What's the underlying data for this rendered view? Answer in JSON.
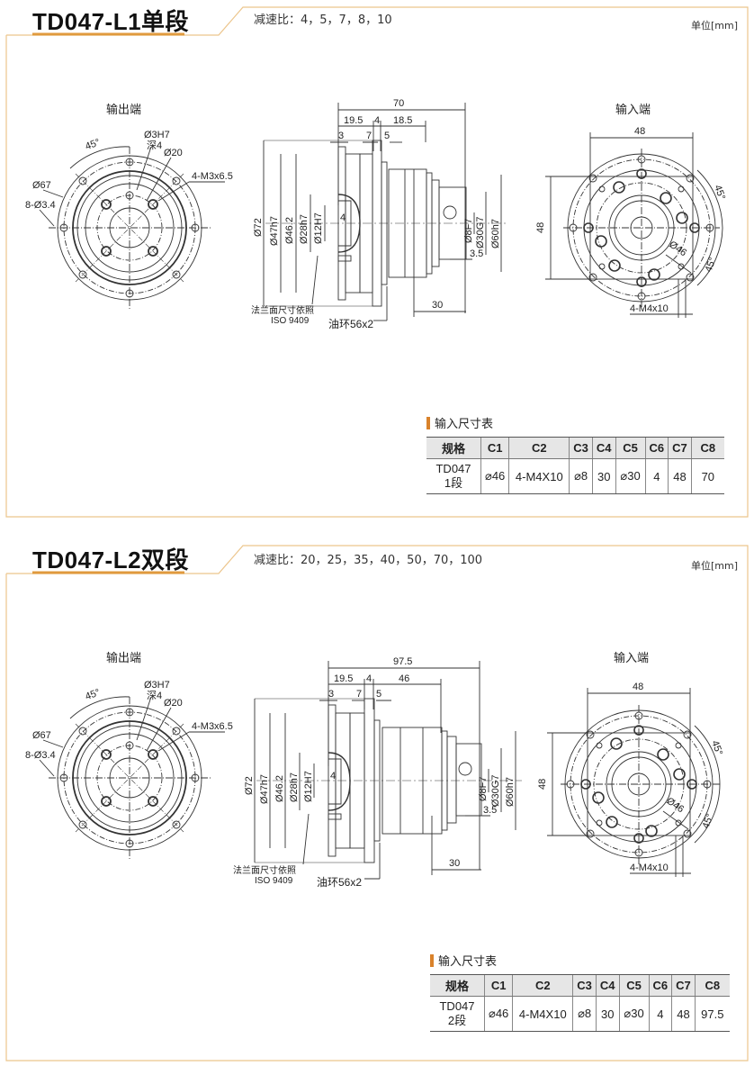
{
  "colors": {
    "accent_orange": "#e09a3e",
    "frame_border": "#ecc58c",
    "table_header_bg": "#e6e6e6",
    "line": "#333333"
  },
  "sections": [
    {
      "title": "TD047-L1单段",
      "reduction_ratio": "减速比：4，5，7，8，10",
      "unit": "单位[mm]",
      "output_view": {
        "label": "输出端",
        "dims": {
          "angle": "45°",
          "pin_hole": "Ø3H7",
          "pin_depth": "深4",
          "pcd": "Ø20",
          "tap": "4-M3x6.5",
          "bolt_circle": "Ø67",
          "holes": "8-Ø3.4"
        }
      },
      "side_view": {
        "overall_length": "70",
        "seg_a": "19.5",
        "seg_b": "4",
        "seg_c": "18.5",
        "sub_a": "3",
        "sub_b": "7",
        "sub_c": "5",
        "d_outer": "Ø72",
        "d_pilot": "Ø47h7",
        "d_46": "Ø46.2",
        "d_28": "Ø28h7",
        "d_12": "Ø12H7",
        "key": "4",
        "d_8": "Ø8F7",
        "d_30": "Ø30G7",
        "d_60": "Ø60h7",
        "depth": "3.5",
        "flange_len": "30",
        "note_flange": "法兰面尺寸依照",
        "note_iso": "ISO 9409",
        "oring": "油环56x2"
      },
      "input_view": {
        "label": "输入端",
        "dims": {
          "width": "48",
          "height": "48",
          "angle1": "45°",
          "angle2": "45°",
          "pcd": "Ø46",
          "tap": "4-M4x10"
        }
      },
      "table": {
        "title": "输入尺寸表",
        "headers": [
          "规格",
          "C1",
          "C2",
          "C3",
          "C4",
          "C5",
          "C6",
          "C7",
          "C8"
        ],
        "row": {
          "spec_line1": "TD047",
          "spec_line2": "1段",
          "C1": "⌀46",
          "C2": "4-M4X10",
          "C3": "⌀8",
          "C4": "30",
          "C5": "⌀30",
          "C6": "4",
          "C7": "48",
          "C8": "70"
        }
      }
    },
    {
      "title": "TD047-L2双段",
      "reduction_ratio": "减速比：20，25，35，40，50，70，100",
      "unit": "单位[mm]",
      "output_view": {
        "label": "输出端",
        "dims": {
          "angle": "45°",
          "pin_hole": "Ø3H7",
          "pin_depth": "深4",
          "pcd": "Ø20",
          "tap": "4-M3x6.5",
          "bolt_circle": "Ø67",
          "holes": "8-Ø3.4"
        }
      },
      "side_view": {
        "overall_length": "97.5",
        "seg_a": "19.5",
        "seg_b": "4",
        "seg_c": "46",
        "sub_a": "3",
        "sub_b": "7",
        "sub_c": "5",
        "d_outer": "Ø72",
        "d_pilot": "Ø47h7",
        "d_46": "Ø46.2",
        "d_28": "Ø28h7",
        "d_12": "Ø12H7",
        "key": "4",
        "d_8": "Ø8F7",
        "d_30": "Ø30G7",
        "d_60": "Ø60h7",
        "depth": "3.5",
        "flange_len": "30",
        "note_flange": "法兰面尺寸依照",
        "note_iso": "ISO 9409",
        "oring": "油环56x2"
      },
      "input_view": {
        "label": "输入端",
        "dims": {
          "width": "48",
          "height": "48",
          "angle1": "45°",
          "angle2": "45°",
          "pcd": "Ø46",
          "tap": "4-M4x10"
        }
      },
      "table": {
        "title": "输入尺寸表",
        "headers": [
          "规格",
          "C1",
          "C2",
          "C3",
          "C4",
          "C5",
          "C6",
          "C7",
          "C8"
        ],
        "row": {
          "spec_line1": "TD047",
          "spec_line2": "2段",
          "C1": "⌀46",
          "C2": "4-M4X10",
          "C3": "⌀8",
          "C4": "30",
          "C5": "⌀30",
          "C6": "4",
          "C7": "48",
          "C8": "97.5"
        }
      }
    }
  ]
}
